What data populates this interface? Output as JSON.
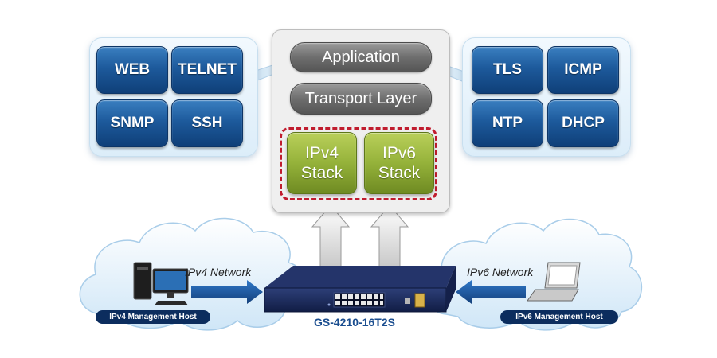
{
  "left_protocols": [
    "WEB",
    "TELNET",
    "SNMP",
    "SSH"
  ],
  "right_protocols": [
    "TLS",
    "ICMP",
    "NTP",
    "DHCP"
  ],
  "stack": {
    "application": "Application",
    "transport": "Transport Layer",
    "ipv4": [
      "IPv4",
      "Stack"
    ],
    "ipv6": [
      "IPv6",
      "Stack"
    ]
  },
  "networks": {
    "ipv4_label": "IPv4 Network",
    "ipv6_label": "IPv6 Network",
    "ipv4_host": "IPv4 Management Host",
    "ipv6_host": "IPv6 Management Host"
  },
  "device": {
    "model": "GS-4210-16T2S"
  },
  "colors": {
    "protocol_blue": "#1d5a9c",
    "stack_green": "#95b23a",
    "pill_gray": "#6e6e6e",
    "dash_red": "#c01c2e",
    "arrow_blue": "#1a5cab",
    "badge_navy": "#0c2d5e"
  },
  "icons": [
    "desktop-pc-icon",
    "laptop-icon",
    "switch-icon",
    "cloud-icon"
  ]
}
